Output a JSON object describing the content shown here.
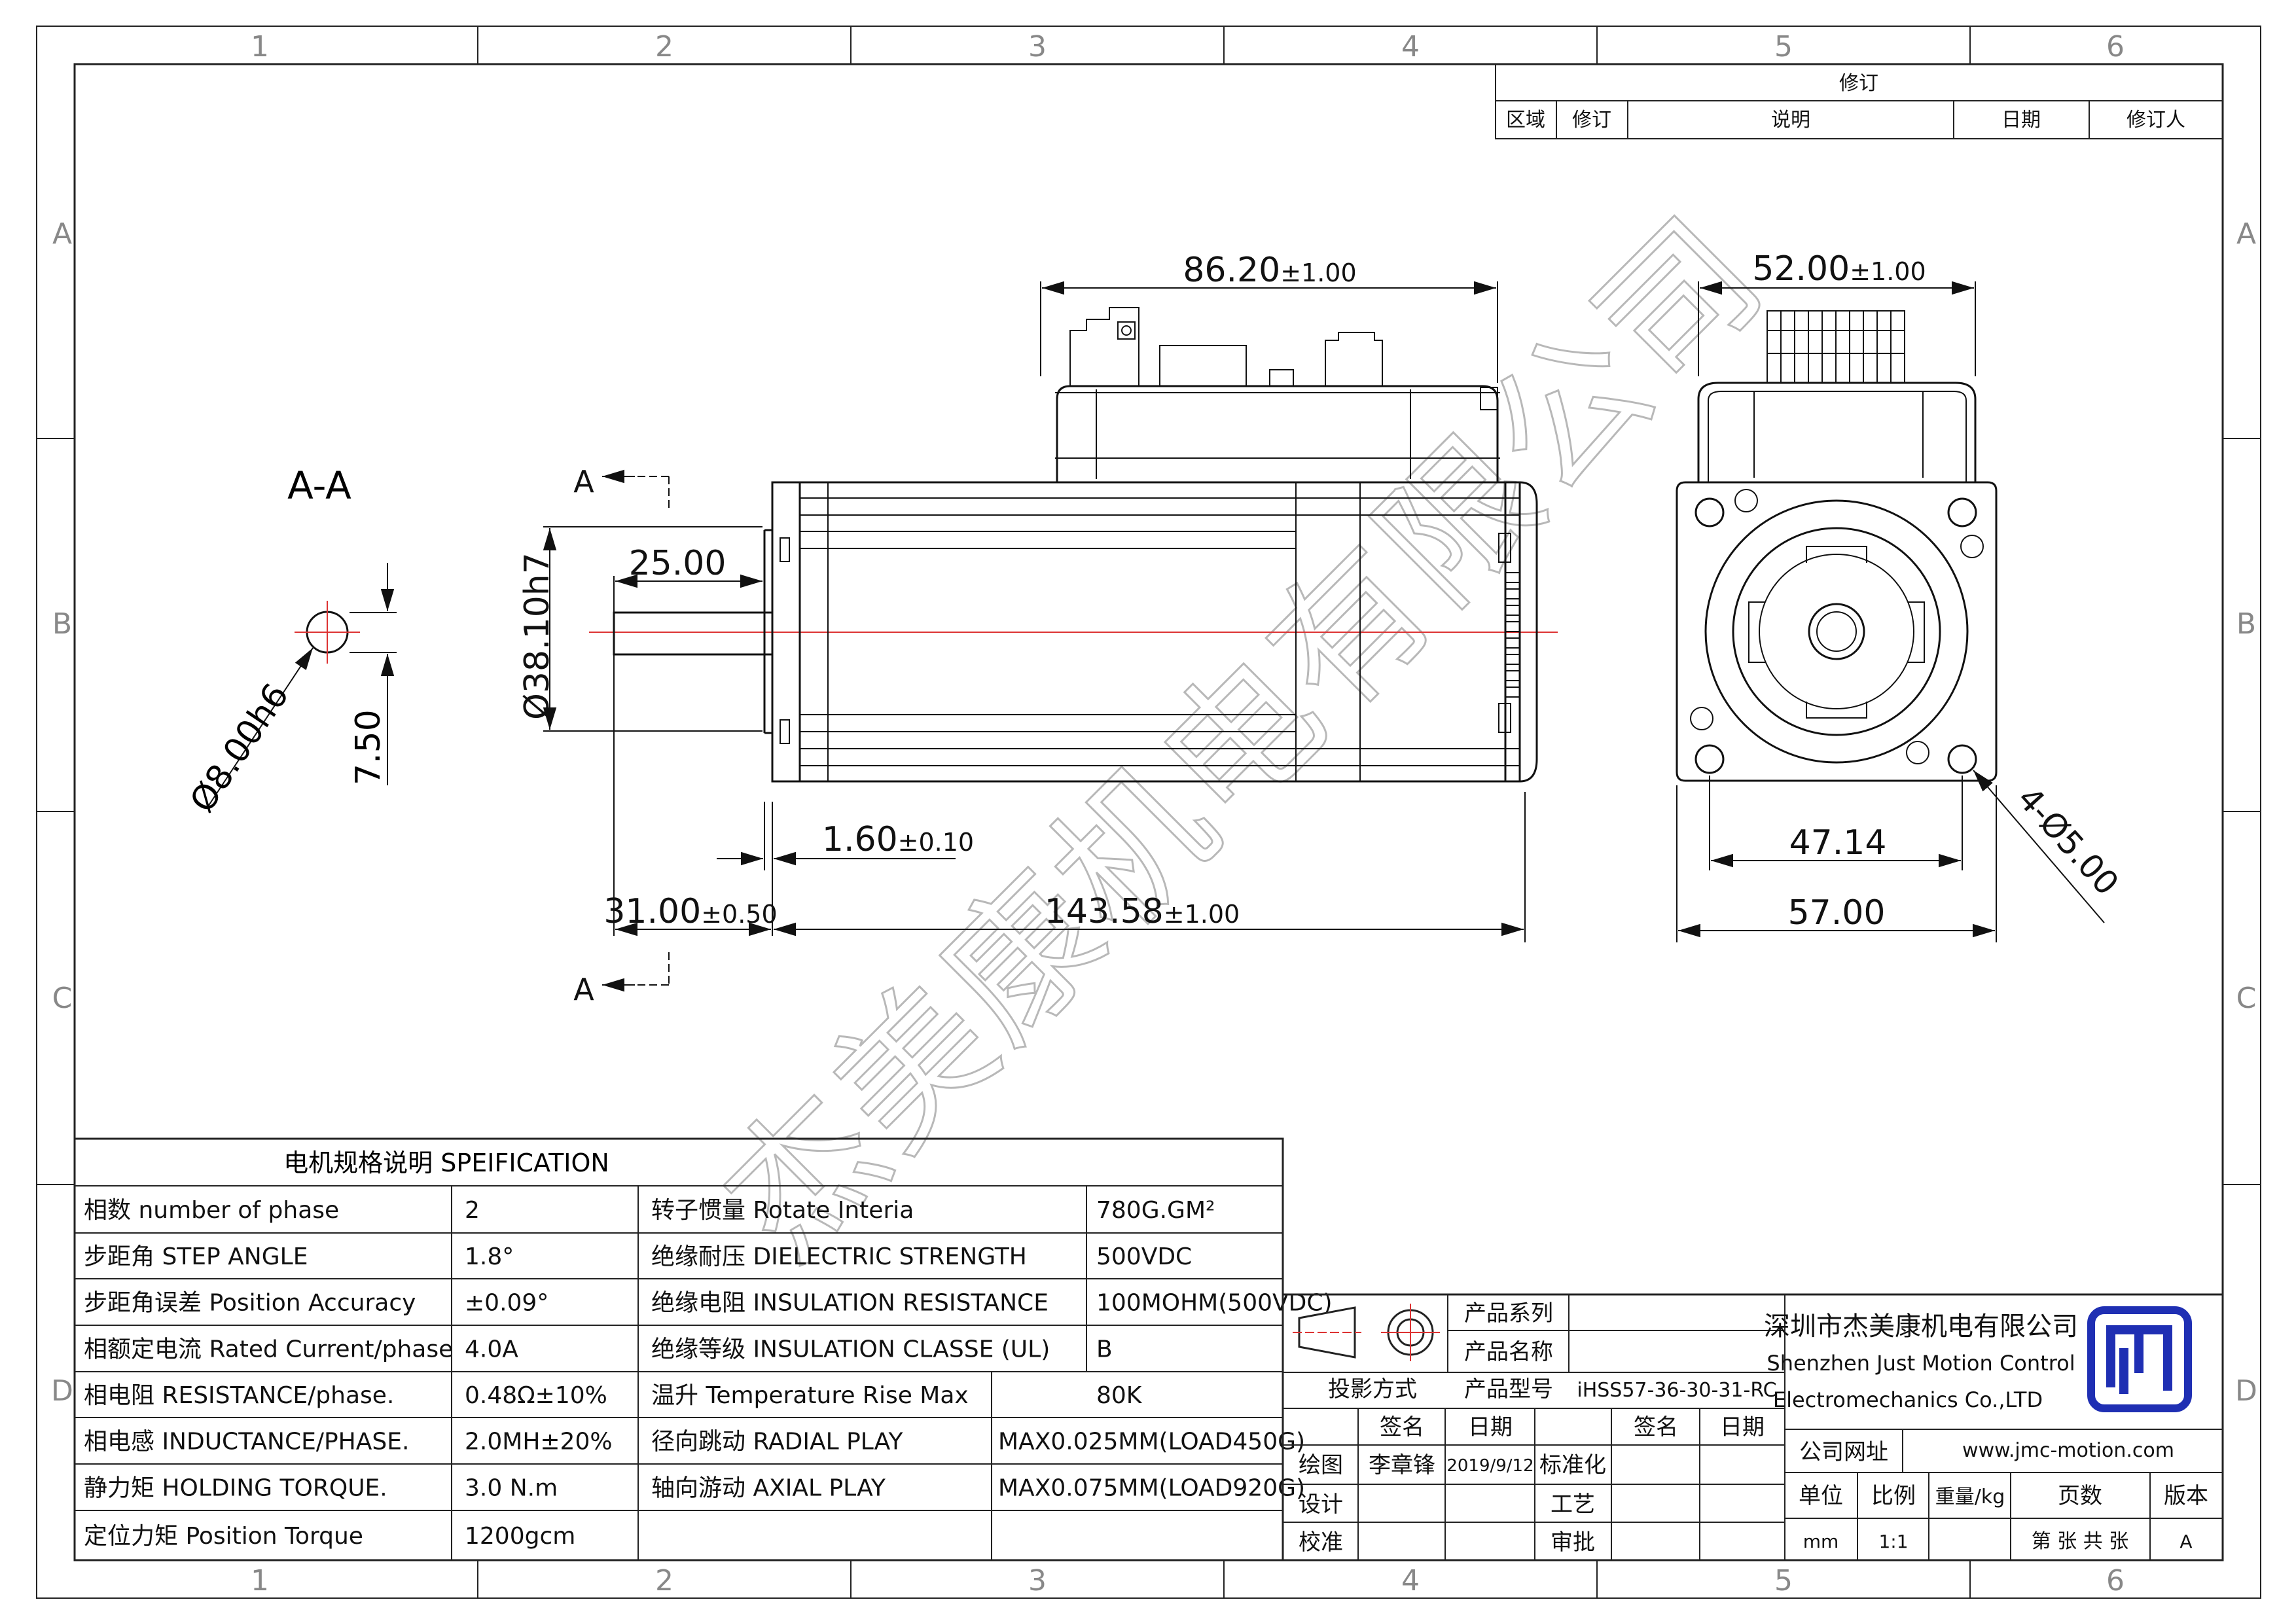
{
  "frame": {
    "col_numbers": [
      "1",
      "2",
      "3",
      "4",
      "5",
      "6"
    ],
    "row_letters": [
      "A",
      "B",
      "C",
      "D"
    ]
  },
  "revision": {
    "title": "修订",
    "headers": [
      "区域",
      "修订",
      "说明",
      "日期",
      "修订人"
    ]
  },
  "section_view": {
    "label": "A-A",
    "diameter": "Ø8.00h6",
    "flat": "7.50"
  },
  "dims": {
    "cut_a_top": "A",
    "cut_a_bottom": "A",
    "body_len_val": "86.20",
    "body_len_tol": "±1.00",
    "shaft_len": "25.00",
    "pilot_dia": "Ø38.10h7",
    "flange_thk_val": "1.60",
    "flange_thk_tol": "±0.10",
    "shaft_ext_val": "31.00",
    "shaft_ext_tol": "±0.50",
    "total_len_val": "143.58",
    "total_len_tol": "±1.00",
    "width_val": "52.00",
    "width_tol": "±1.00",
    "hole_spacing": "47.14",
    "flange_size": "57.00",
    "holes": "4-Ø5.00"
  },
  "watermark": "杰美康机电有限公司",
  "spec": {
    "title": "电机规格说明 SPEIFICATION",
    "rows": [
      {
        "l": "相数 number of phase",
        "lv": "2",
        "r": "转子惯量 Rotate Interia",
        "rv": "780G.GM²"
      },
      {
        "l": "步距角 STEP ANGLE",
        "lv": "1.8°",
        "r": "绝缘耐压 DIELECTRIC STRENGTH",
        "rv": "500VDC"
      },
      {
        "l": "步距角误差 Position Accuracy",
        "lv": "±0.09°",
        "r": "绝缘电阻 INSULATION RESISTANCE",
        "rv": "100MOHM(500VDC)"
      },
      {
        "l": "相额定电流 Rated Current/phase",
        "lv": "4.0A",
        "r": "绝缘等级 INSULATION CLASSE (UL)",
        "rv": "B"
      },
      {
        "l": "相电阻 RESISTANCE/phase.",
        "lv": "0.48Ω±10%",
        "r": "温升 Temperature Rise Max",
        "rv": "80K"
      },
      {
        "l": "相电感 INDUCTANCE/PHASE.",
        "lv": "2.0MH±20%",
        "r": "径向跳动 RADIAL PLAY",
        "rv": "MAX0.025MM(LOAD450G)"
      },
      {
        "l": "静力矩 HOLDING TORQUE.",
        "lv": "3.0 N.m",
        "r": "轴向游动 AXIAL PLAY",
        "rv": "MAX0.075MM(LOAD920G)"
      },
      {
        "l": "定位力矩 Position Torque",
        "lv": "1200gcm",
        "r": "",
        "rv": ""
      }
    ]
  },
  "title_block": {
    "product_series": "产品系列",
    "product_name": "产品名称",
    "product_model": "产品型号",
    "model_value": "iHSS57-36-30-31-RC",
    "projection": "投影方式",
    "sign": "签名",
    "date": "日期",
    "standard": "标准化",
    "sign2": "签名",
    "date2": "日期",
    "drawn": "绘图",
    "drawn_by": "李章锋",
    "drawn_date": "2019/9/12",
    "design": "设计",
    "process": "工艺",
    "check": "校准",
    "approve": "审批",
    "company_cn": "深圳市杰美康机电有限公司",
    "company_en1": "Shenzhen Just Motion Control",
    "company_en2": "Electromechanics Co.,LTD",
    "website_label": "公司网址",
    "website": "www.jmc-motion.com",
    "unit": "单位",
    "scale": "比例",
    "weight": "重量/kg",
    "pages": "页数",
    "version": "版本",
    "unit_val": "mm",
    "scale_val": "1:1",
    "pages_val": "第 张 共 张",
    "version_val": "A",
    "logo_color": "#1f2fb3"
  }
}
